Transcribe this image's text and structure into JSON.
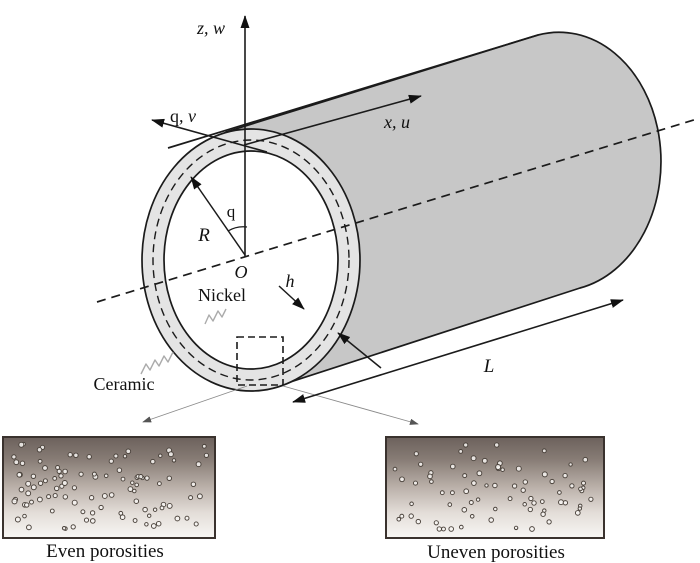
{
  "figure": {
    "axes": {
      "vertical": "z, w",
      "circumferential_theta": "q",
      "circumferential_rest": ", v",
      "longitudinal": "x, u"
    },
    "symbols": {
      "angle": "q",
      "radius": "R",
      "origin": "O",
      "thickness": "h",
      "length": "L"
    },
    "materials": {
      "inner": "Nickel",
      "outer": "Ceramic"
    },
    "colors": {
      "body": "#c7c7c7",
      "ring": "#e4e4e4",
      "bore": "#ffffff",
      "line": "#1b1b1b",
      "leader": "#8a8a8a",
      "squiggle": "#ababab"
    }
  },
  "insets": [
    {
      "caption": "Even porosities",
      "distribution": "even",
      "pore_count": 104,
      "seed": 11
    },
    {
      "caption": "Uneven porosities",
      "distribution": "uneven",
      "pore_count": 76,
      "seed": 29
    }
  ],
  "inset_style": {
    "border": "#3a322e",
    "pore_stroke": "#4a423b",
    "pore_fill": "#f8f6f3",
    "gradient": [
      "#6c615c",
      "#877c75",
      "#bbb1aa",
      "#e3ddd8",
      "#f8f6f4"
    ]
  }
}
